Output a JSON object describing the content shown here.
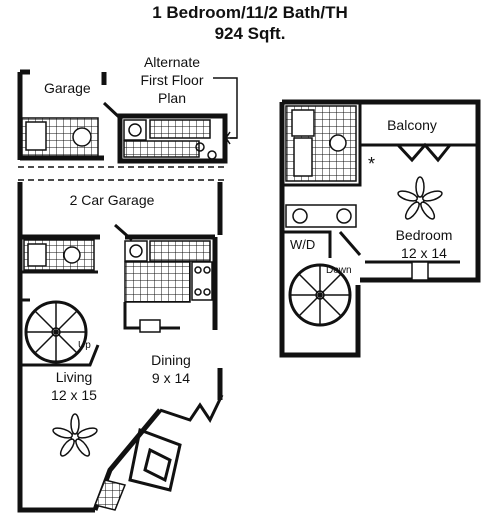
{
  "title": {
    "line1": "1 Bedroom/11/2 Bath/TH",
    "line2": "924 Sqft."
  },
  "labels": {
    "garage": "Garage",
    "alternate_line1": "Alternate",
    "alternate_line2": "First Floor",
    "alternate_line3": "Plan",
    "two_car_garage": "2 Car Garage",
    "up": "Up",
    "dining": "Dining",
    "dining_size": "9 x 14",
    "living": "Living",
    "living_size": "12 x 15",
    "balcony": "Balcony",
    "bedroom": "Bedroom",
    "bedroom_size": "12 x 14",
    "wd": "W/D",
    "down": "Down",
    "asterisk": "*"
  }
}
